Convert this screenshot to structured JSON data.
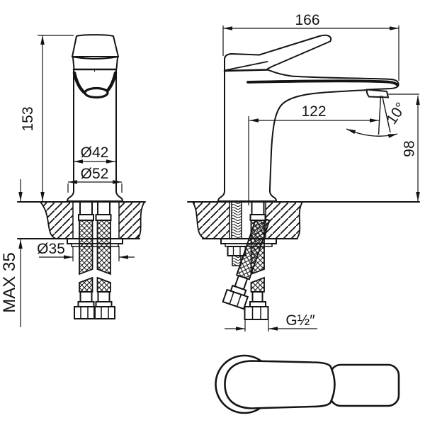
{
  "drawing": {
    "description": "Technical dimension drawing of a single-lever basin mixer faucet: front view, side view and top view of handle",
    "colors": {
      "line": "#141414",
      "background": "#ffffff"
    },
    "dimensions": {
      "total_height": "153",
      "max_deck_thickness": "MAX 35",
      "body_diameter": "Ø42",
      "base_diameter": "Ø52",
      "hole_diameter": "Ø35",
      "total_length": "166",
      "spout_reach": "122",
      "spout_angle": "10°",
      "spout_height": "98",
      "thread_size": "G½″"
    }
  }
}
